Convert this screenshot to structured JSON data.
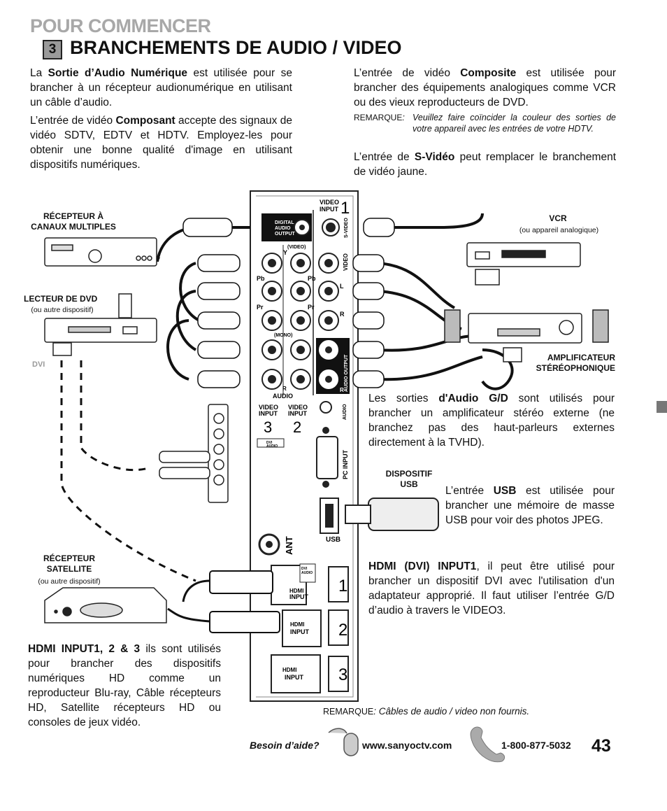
{
  "header": {
    "section": "POUR COMMENCER",
    "step_number": "3",
    "title": "BRANCHEMENTS DE AUDIO / VIDEO"
  },
  "left_column": {
    "p1_pre": "La ",
    "p1_bold": "Sortie d’Audio Numérique",
    "p1_post": " est utilisée pour se brancher à un récepteur audionumérique en utilisant un câble d’audio.",
    "p2_pre": "L’entrée de vidéo ",
    "p2_bold": "Composant",
    "p2_post": " accepte des signaux de vidéo SDTV, EDTV et HDTV. Employez-les pour obtenir une bonne qualité d'image en utilisant dispositifs numériques."
  },
  "right_column": {
    "p1_pre": "L’entrée de vidéo ",
    "p1_bold": "Composite",
    "p1_post": " est utilisée pour brancher des équipements analogiques comme VCR ou des vieux reproducteurs de DVD.",
    "remark_label": "REMARQUE",
    "remark_text": "Veuillez faire coïncider la couleur des sorties de votre appareil avec les entrées de votre HDTV.",
    "p2_pre": "L’entrée de ",
    "p2_bold": "S-Vidéo",
    "p2_post": " peut remplacer le branchement de vidéo jaune."
  },
  "devices": {
    "receiver_multi": "RÉCEPTEUR À CANAUX MULTIPLES",
    "dvd_player": "LECTEUR DE DVD",
    "dvd_sub": "(ou autre dispositif)",
    "dvi": "DVI",
    "vcr": "VCR",
    "vcr_sub": "(ou appareil analogique)",
    "amplifier_line1": "AMPLIFICATEUR",
    "amplifier_line2": "STÉRÉOPHONIQUE",
    "usb_device_line1": "DISPOSITIF",
    "usb_device_line2": "USB",
    "satellite_line1": "RÉCEPTEUR",
    "satellite_line2": "SATELLITE",
    "satellite_sub": "(ou autre dispositif)"
  },
  "panel": {
    "digital_audio": [
      "DIGITAL",
      "AUDIO",
      "OUTPUT"
    ],
    "video_input": [
      "VIDEO",
      "INPUT"
    ],
    "input_1": "1",
    "input_2": "2",
    "input_3": "3",
    "svideo": "S-VIDEO",
    "video": "VIDEO",
    "video_paren": "(VIDEO)",
    "y": "Y",
    "pb": "Pb",
    "pr": "Pr",
    "l": "L",
    "r": "R",
    "mono": "(MONO)",
    "audio": "AUDIO",
    "audio_output": "AUDIO OUTPUT",
    "dvi_audio": [
      "DVI",
      "AUDIO"
    ],
    "pc_input": "PC INPUT",
    "usb": "USB",
    "ant": "ANT",
    "hdmi": "HDMI",
    "input_label": "INPUT"
  },
  "audio_para": {
    "pre": "Les sorties ",
    "bold": "d'Audio G/D",
    "post": " sont utilisés pour brancher un amplificateur stéréo externe (ne branchez pas des haut-parleurs externes directement à la TVHD)."
  },
  "usb_para": {
    "pre": "L’entrée ",
    "bold": "USB",
    "post": " est utilisée pour brancher une mémoire de masse USB pour voir des photos JPEG."
  },
  "hdmi_dvi_para": {
    "bold": "HDMI (DVI) INPUT1",
    "post": ", il peut être utilisé pour brancher un dispositif DVI avec l'utilisation d'un adaptateur approprié. Il faut utiliser l’entrée G/D d’audio à travers le VIDEO3."
  },
  "hdmi_para": {
    "bold": "HDMI INPUT1, 2 & 3",
    "post": " ils sont utilisés pour brancher des dispositifs numériques HD comme un reproducteur Blu-ray, Câble récepteurs HD, Satellite récepteurs HD ou consoles de jeux vidéo."
  },
  "bottom_remark": {
    "label": "REMARQUE",
    "text": ": Câbles de audio / video non fournis."
  },
  "footer": {
    "help": "Besoin d’aide?",
    "website": "www.sanyoctv.com",
    "phone": "1-800-877-5032",
    "page": "43"
  }
}
